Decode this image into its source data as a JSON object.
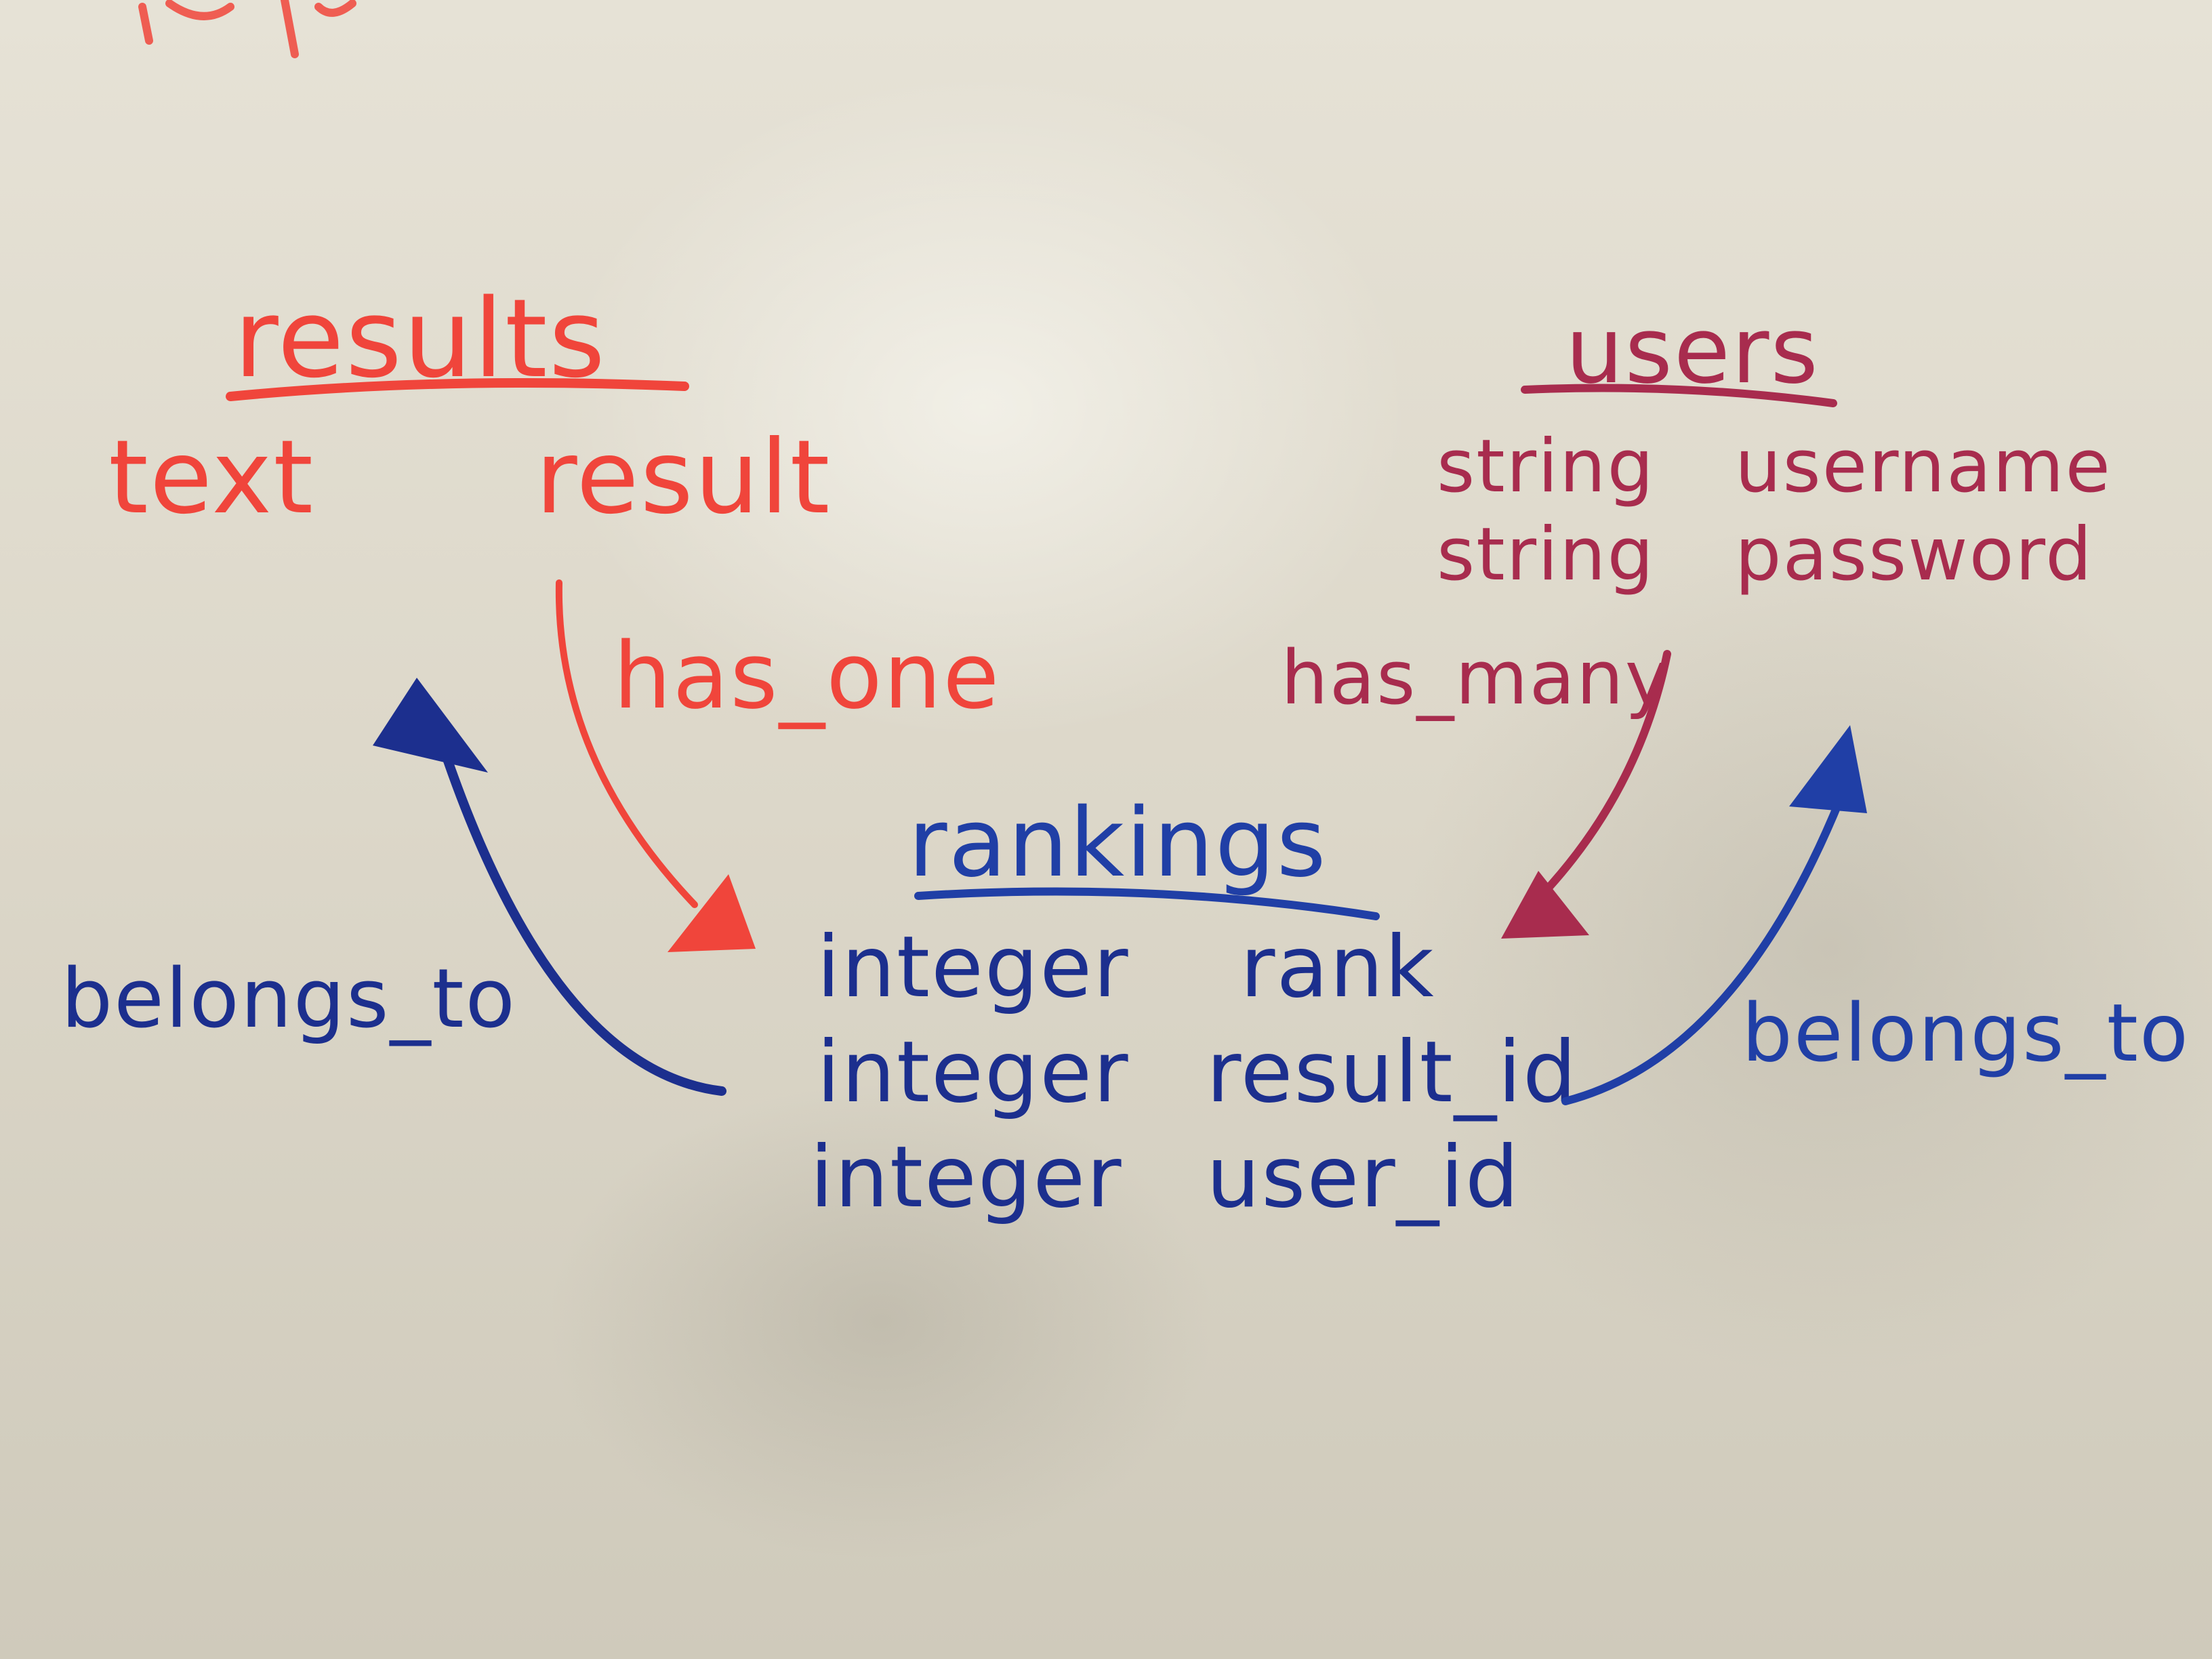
{
  "colors": {
    "board": "#ddd8ca",
    "results_ink": "#f0453b",
    "users_ink": "#a82c4e",
    "rankings_ink": "#203fa6",
    "relation_ink": "#1c2f8e"
  },
  "results": {
    "title": "results",
    "columns": [
      "text",
      "result"
    ]
  },
  "users": {
    "title": "users",
    "fields": [
      {
        "type": "string",
        "name": "username"
      },
      {
        "type": "string",
        "name": "password"
      }
    ]
  },
  "rankings": {
    "title": "rankings",
    "fields": [
      {
        "type": "integer",
        "name": "rank"
      },
      {
        "type": "integer",
        "name": "result_id"
      },
      {
        "type": "integer",
        "name": "user_id"
      }
    ]
  },
  "relations": {
    "has_one": "has_one",
    "has_many": "has_many",
    "belongs_to_left": "belongs_to",
    "belongs_to_right": "belongs_to"
  }
}
